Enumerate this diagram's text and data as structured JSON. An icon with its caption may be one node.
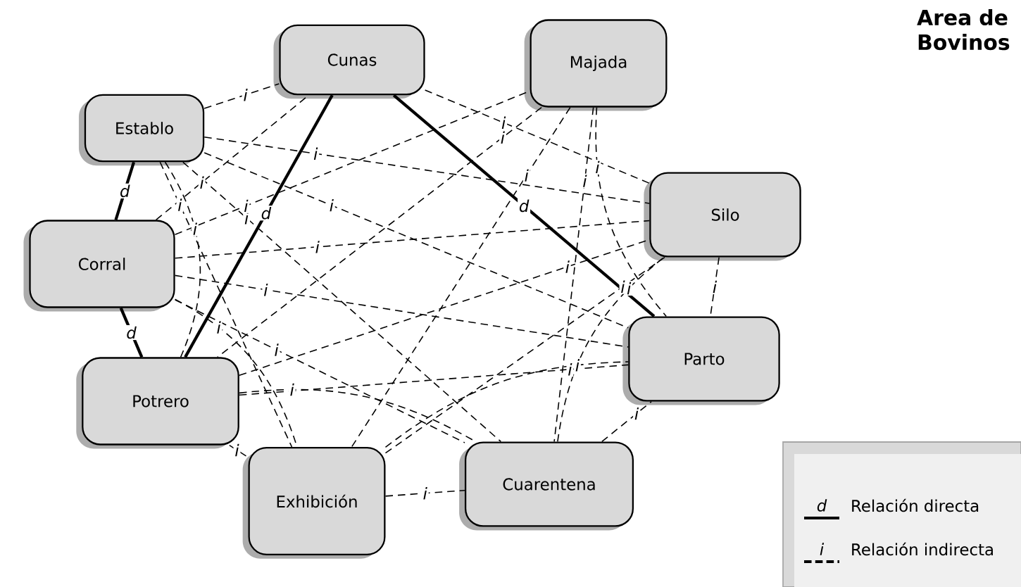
{
  "diagram": {
    "title": "Area de Bovinos",
    "nodes": [
      {
        "text": [
          "Cunas"
        ]
      },
      {
        "text": [
          "Majada"
        ]
      },
      {
        "text": [
          "Establo"
        ]
      },
      {
        "text": [
          "Silo"
        ]
      },
      {
        "text": [
          "Corral"
        ]
      },
      {
        "text": [
          "Parto"
        ]
      },
      {
        "text": [
          "Potrero"
        ]
      },
      {
        "text": [
          "Exhibición"
        ]
      },
      {
        "text": [
          "Cuarentena"
        ]
      }
    ],
    "edges": [
      {
        "from": 2,
        "to": 4,
        "arrow": "none",
        "style": "thick",
        "label": "d"
      },
      {
        "from": 4,
        "to": 6,
        "arrow": "none",
        "style": "thick",
        "label": "d"
      },
      {
        "from": 0,
        "to": 6,
        "arrow": "none",
        "style": "thick",
        "label": "d"
      },
      {
        "from": 0,
        "to": 5,
        "arrow": "none",
        "style": "thick",
        "label": "d"
      },
      {
        "from": 2,
        "to": 0,
        "arrow": "none",
        "style": "dashed",
        "label": "i"
      },
      {
        "from": 0,
        "to": 3,
        "arrow": "none",
        "style": "dashed",
        "label": "i"
      },
      {
        "from": 4,
        "to": 0,
        "arrow": "none",
        "style": "dashed",
        "label": "i"
      },
      {
        "from": 2,
        "to": 3,
        "arrow": "none",
        "style": "dashed",
        "label": "i"
      },
      {
        "from": 2,
        "to": 5,
        "arrow": "none",
        "style": "dashed",
        "label": "i"
      },
      {
        "from": 2,
        "to": 8,
        "arrow": "none",
        "style": "dashed",
        "label": "i"
      },
      {
        "from": 2,
        "to": 7,
        "arrow": "none",
        "style": "dashed",
        "label": "i"
      },
      {
        "from": 2,
        "to": 6,
        "arrow": "none",
        "style": "dashed",
        "label": "i"
      },
      {
        "from": 4,
        "to": 1,
        "arrow": "none",
        "style": "dashed",
        "label": "i"
      },
      {
        "from": 4,
        "to": 3,
        "arrow": "none",
        "style": "dashed",
        "label": "i"
      },
      {
        "from": 4,
        "to": 5,
        "arrow": "none",
        "style": "dashed",
        "label": "i"
      },
      {
        "from": 4,
        "to": 8,
        "arrow": "none",
        "style": "dashed",
        "label": "i"
      },
      {
        "from": 4,
        "to": 7,
        "arrow": "none",
        "style": "dashed",
        "label": "i"
      },
      {
        "from": 1,
        "to": 6,
        "arrow": "none",
        "style": "dashed",
        "label": "i"
      },
      {
        "from": 1,
        "to": 7,
        "arrow": "none",
        "style": "dashed",
        "label": "i"
      },
      {
        "from": 1,
        "to": 8,
        "arrow": "none",
        "style": "dashed",
        "label": "i"
      },
      {
        "from": 1,
        "to": 5,
        "arrow": "none",
        "style": "dashed",
        "label": "i"
      },
      {
        "from": 6,
        "to": 3,
        "arrow": "none",
        "style": "dashed",
        "label": "i"
      },
      {
        "from": 7,
        "to": 3,
        "arrow": "none",
        "style": "dashed",
        "label": "i"
      },
      {
        "from": 8,
        "to": 3,
        "arrow": "none",
        "style": "dashed",
        "label": "i"
      },
      {
        "from": 3,
        "to": 5,
        "arrow": "none",
        "style": "dashed",
        "label": "i"
      },
      {
        "from": 6,
        "to": 5,
        "arrow": "none",
        "style": "dashed",
        "label": "i"
      },
      {
        "from": 7,
        "to": 5,
        "arrow": "none",
        "style": "dashed",
        "label": "i"
      },
      {
        "from": 8,
        "to": 5,
        "arrow": "none",
        "style": "dashed",
        "label": "i"
      },
      {
        "from": 6,
        "to": 7,
        "arrow": "none",
        "style": "dashed",
        "label": "i"
      },
      {
        "from": 6,
        "to": 8,
        "arrow": "none",
        "style": "dashed",
        "label": "i"
      },
      {
        "from": 7,
        "to": 8,
        "arrow": "none",
        "style": "dashed",
        "label": "i"
      }
    ],
    "labels": [
      "d",
      "i"
    ],
    "legend": [
      {
        "text": "Relación directa"
      },
      {
        "text": "Relación indirecta"
      }
    ]
  }
}
